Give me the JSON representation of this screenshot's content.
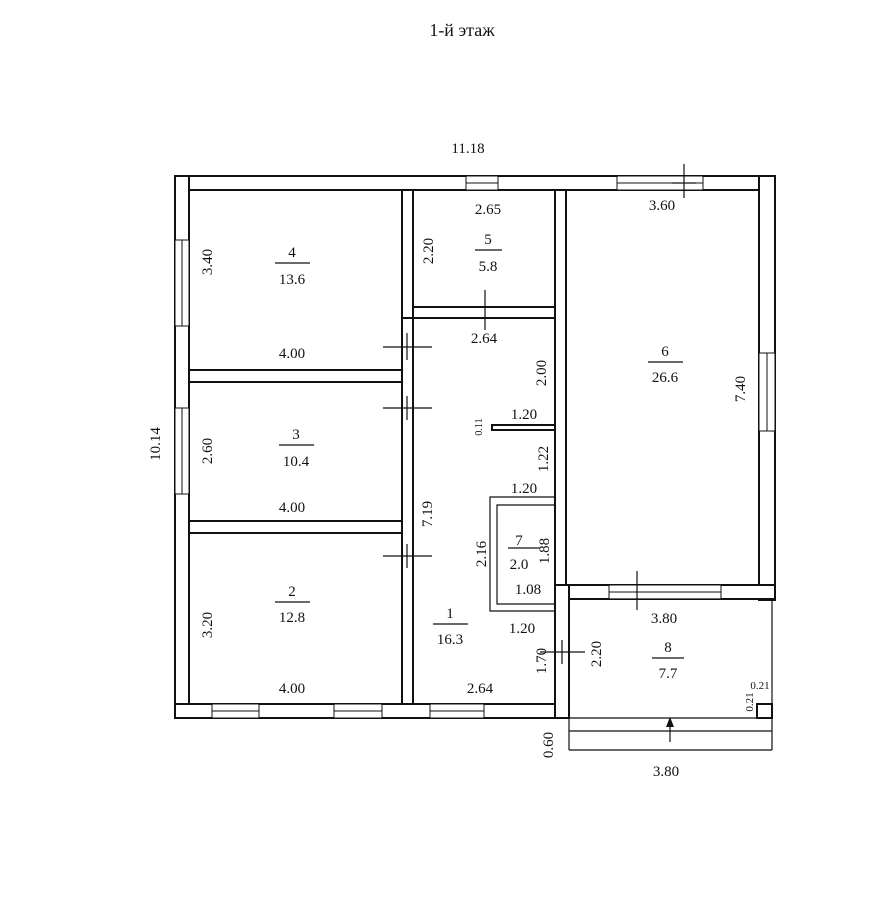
{
  "title": "1-й этаж",
  "overall": {
    "width": "11.18",
    "height": "10.14"
  },
  "rooms": [
    {
      "number": "1",
      "area": "16.3"
    },
    {
      "number": "2",
      "area": "12.8"
    },
    {
      "number": "3",
      "area": "10.4"
    },
    {
      "number": "4",
      "area": "13.6"
    },
    {
      "number": "5",
      "area": "5.8"
    },
    {
      "number": "6",
      "area": "26.6"
    },
    {
      "number": "7",
      "area": "2.0"
    },
    {
      "number": "8",
      "area": "7.7"
    }
  ],
  "dims": {
    "r4_w": "4.00",
    "r4_h": "3.40",
    "r3_w": "4.00",
    "r3_h": "2.60",
    "r2_w": "4.00",
    "r2_h": "3.20",
    "r5_w": "2.65",
    "r5_h": "2.20",
    "r1_top": "2.64",
    "r1_bottom": "2.64",
    "r1_h": "7.19",
    "r1_right_upper": "2.00",
    "r1_niche_w": "1.20",
    "r1_niche_t": "0.11",
    "r1_right_mid": "1.22",
    "r1_above7": "1.20",
    "r1_below7": "1.20",
    "r1_right_low": "1.70",
    "r7_h": "2.16",
    "r7_inner_h": "1.88",
    "r7_w": "1.08",
    "r6_w": "3.60",
    "r6_h": "7.40",
    "r6_bottom": "3.80",
    "r8_h": "2.20",
    "r8_pillar_a": "0.21",
    "r8_pillar_b": "0.21",
    "porch_depth": "0.60",
    "porch_w": "3.80"
  }
}
